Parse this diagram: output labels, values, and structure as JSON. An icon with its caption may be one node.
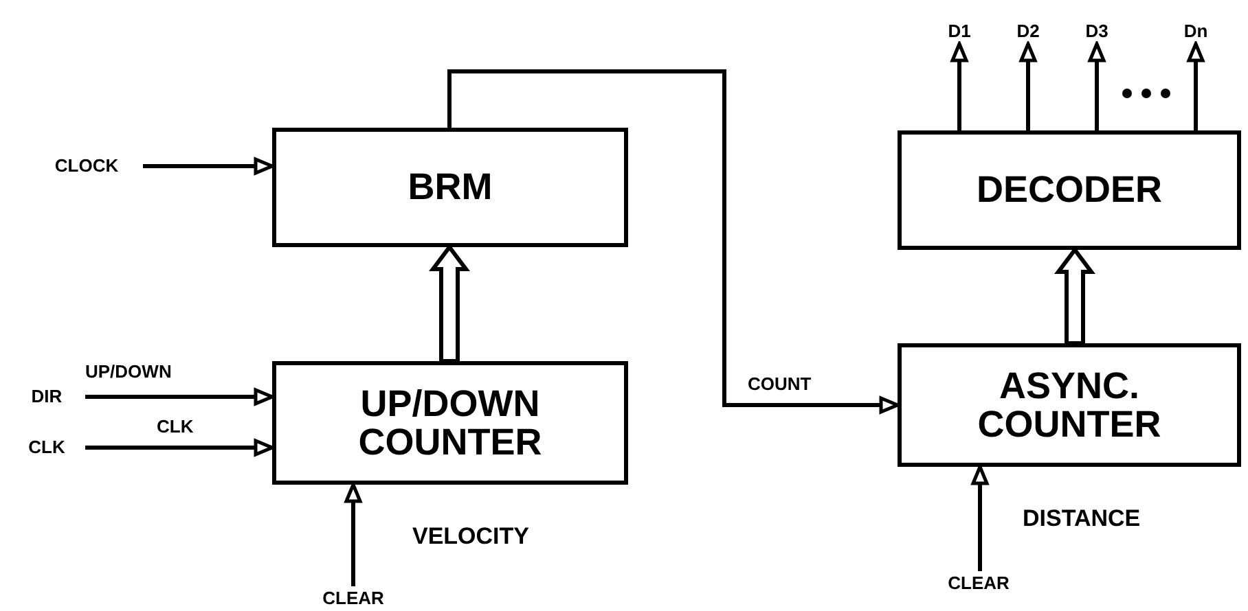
{
  "diagram": {
    "nodes": [
      {
        "text": [
          "BRM"
        ]
      },
      {
        "text": [
          "UP/DOWN COUNTER"
        ]
      },
      {
        "text": [
          "DECODER"
        ]
      },
      {
        "text": [
          "ASYNC. COUNTER"
        ]
      },
      {
        "text": [
          "CLOCK"
        ]
      },
      {
        "text": [
          "DIR"
        ]
      },
      {
        "text": [
          "CLK"
        ]
      },
      {
        "text": [
          "CLEAR"
        ]
      },
      {
        "text": [
          "CLEAR"
        ]
      },
      {
        "text": [
          "D1"
        ]
      },
      {
        "text": [
          "D2"
        ]
      },
      {
        "text": [
          "D3"
        ]
      },
      {
        "text": [
          "Dn"
        ]
      }
    ],
    "edges": [
      {
        "from": 4,
        "to": 0,
        "arrow": "to"
      },
      {
        "from": 5,
        "to": 1,
        "arrow": "to",
        "label": "UP/DOWN"
      },
      {
        "from": 6,
        "to": 1,
        "arrow": "to",
        "label": "CLK"
      },
      {
        "from": 7,
        "to": 1,
        "arrow": "to"
      },
      {
        "from": 1,
        "to": 0,
        "arrow": "to",
        "style": "thick"
      },
      {
        "from": 0,
        "to": 3,
        "arrow": "to",
        "label": "COUNT"
      },
      {
        "from": 3,
        "to": 2,
        "arrow": "to",
        "style": "thick"
      },
      {
        "from": 8,
        "to": 3,
        "arrow": "to"
      },
      {
        "from": 2,
        "to": 9,
        "arrow": "to"
      },
      {
        "from": 2,
        "to": 10,
        "arrow": "to"
      },
      {
        "from": 2,
        "to": 11,
        "arrow": "to"
      },
      {
        "from": 2,
        "to": 12,
        "arrow": "to"
      }
    ],
    "labels": [
      "VELOCITY",
      "DISTANCE"
    ]
  }
}
